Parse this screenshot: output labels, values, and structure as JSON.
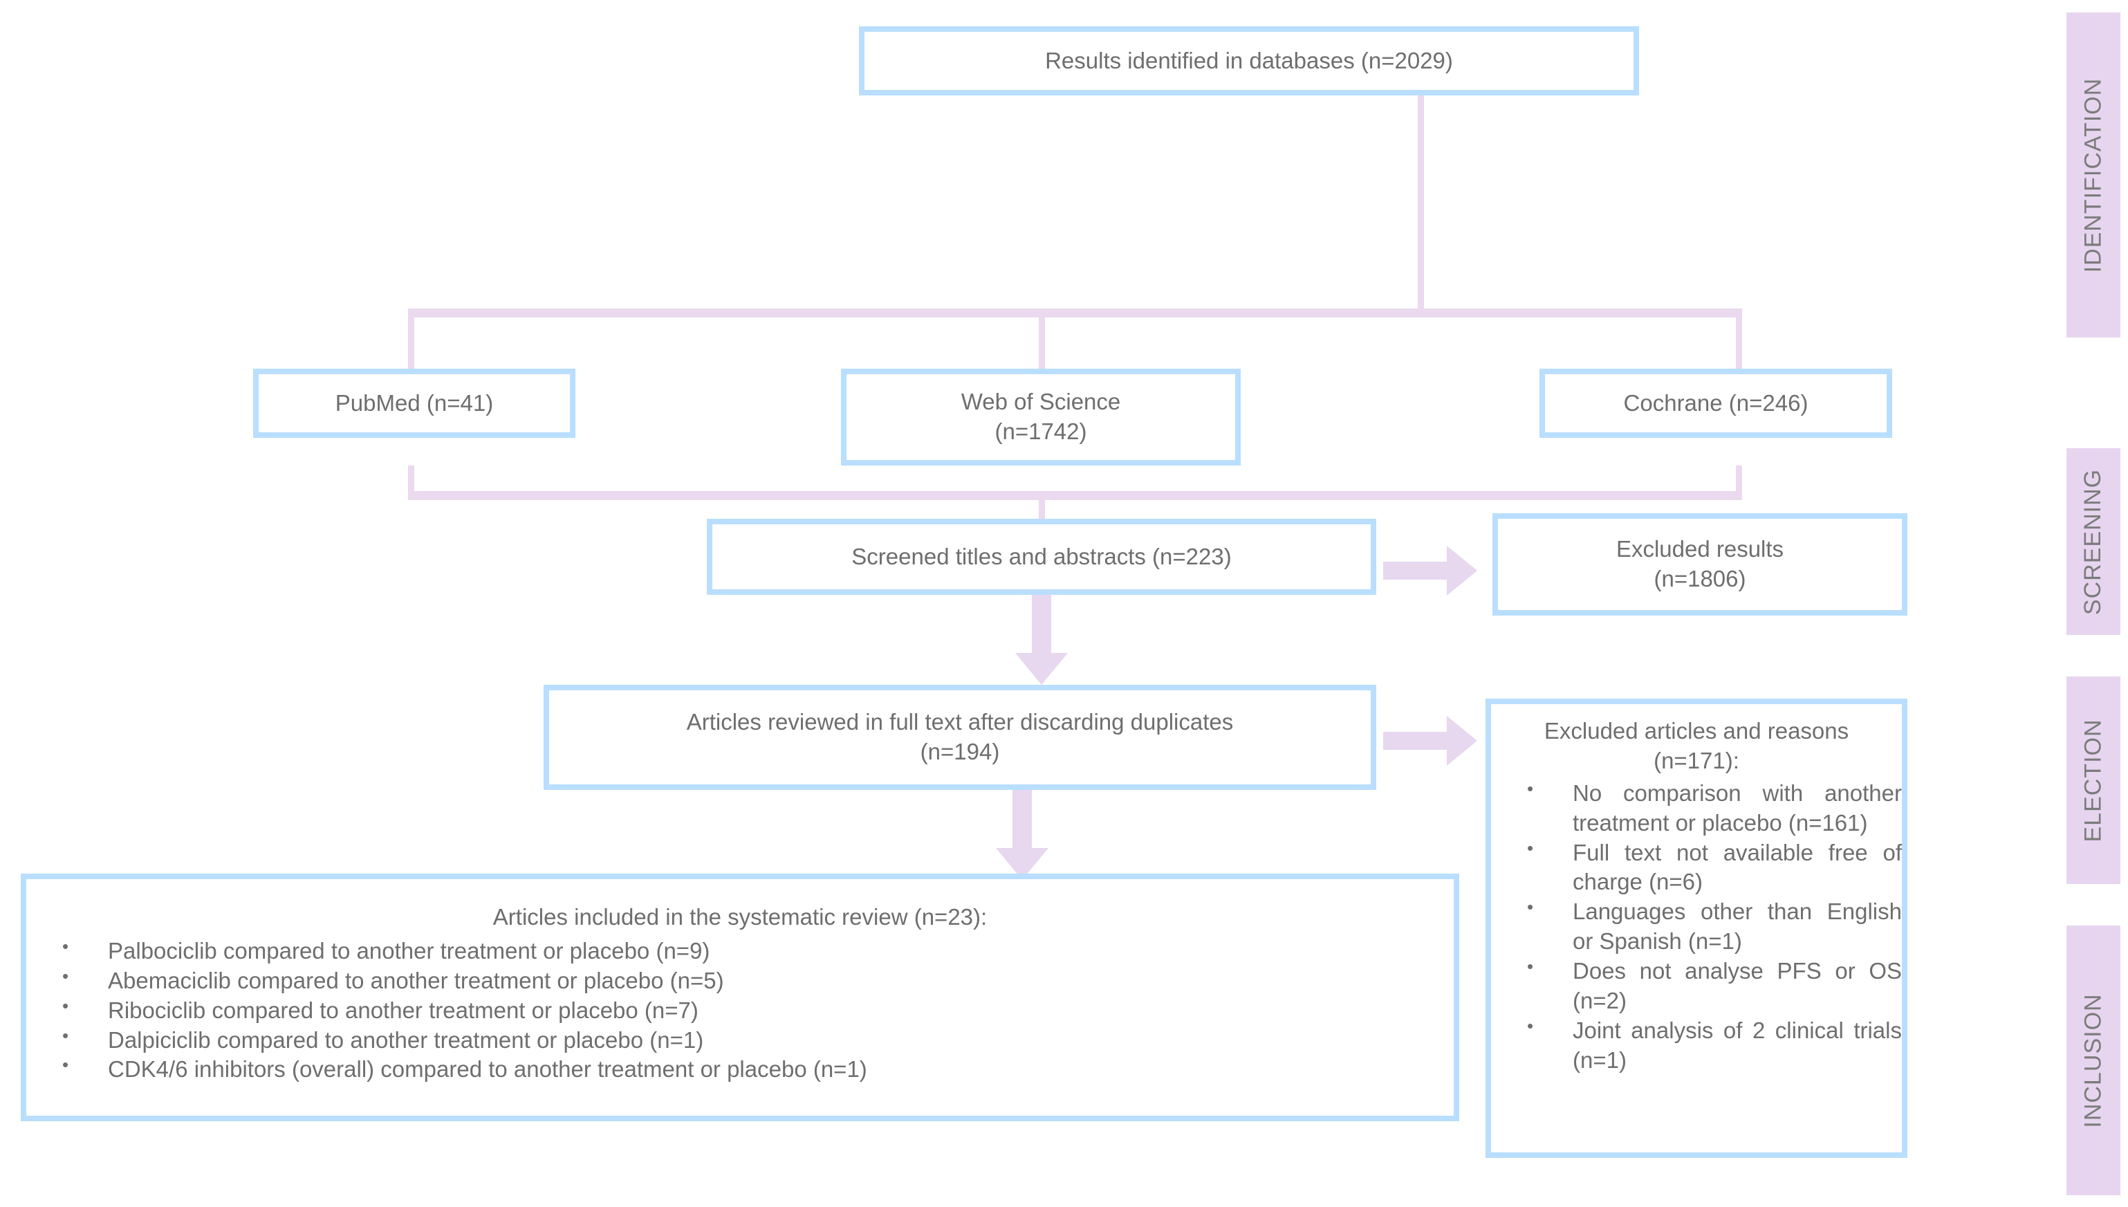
{
  "diagram": {
    "type": "prisma-flow-diagram",
    "accent_box_border": "#b9deff",
    "accent_connector": "#e7d7ef",
    "accent_stage_band": "#e7d5ef",
    "text_color": "#6e6e6e"
  },
  "stages": [
    {
      "label": "IDENTIFICATION"
    },
    {
      "label": "SCREENING"
    },
    {
      "label": "ELECTION"
    },
    {
      "label": "INCLUSION"
    }
  ],
  "boxes": {
    "identified": {
      "text": "Results identified in databases (n=2029)"
    },
    "pubmed": {
      "text": "PubMed (n=41)"
    },
    "web_of_science": {
      "line1": "Web of Science",
      "line2": "(n=1742)"
    },
    "cochrane": {
      "text": "Cochrane (n=246)"
    },
    "screened": {
      "text": "Screened titles and abstracts (n=223)"
    },
    "excluded_results": {
      "line1": "Excluded results",
      "line2": "(n=1806)"
    },
    "fulltext": {
      "line1": "Articles reviewed in full text after discarding duplicates",
      "line2": "(n=194)"
    },
    "excluded_reasons": {
      "title_line1": "Excluded articles and reasons",
      "title_line2": "(n=171):",
      "items": [
        "No comparison with another treatment or placebo (n=161)",
        "Full text not available free of charge (n=6)",
        "Languages other than English or Spanish (n=1)",
        "Does not analyse PFS or OS (n=2)",
        "Joint analysis of 2 clinical trials (n=1)"
      ]
    },
    "included": {
      "title": "Articles included in the systematic review (n=23):",
      "items": [
        "Palbociclib compared to another treatment or placebo (n=9)",
        "Abemaciclib compared to another treatment or placebo (n=5)",
        "Ribociclib compared to another treatment or placebo (n=7)",
        "Dalpiciclib compared to another treatment or placebo (n=1)",
        "CDK4/6 inhibitors (overall) compared to another treatment or placebo (n=1)"
      ]
    }
  }
}
